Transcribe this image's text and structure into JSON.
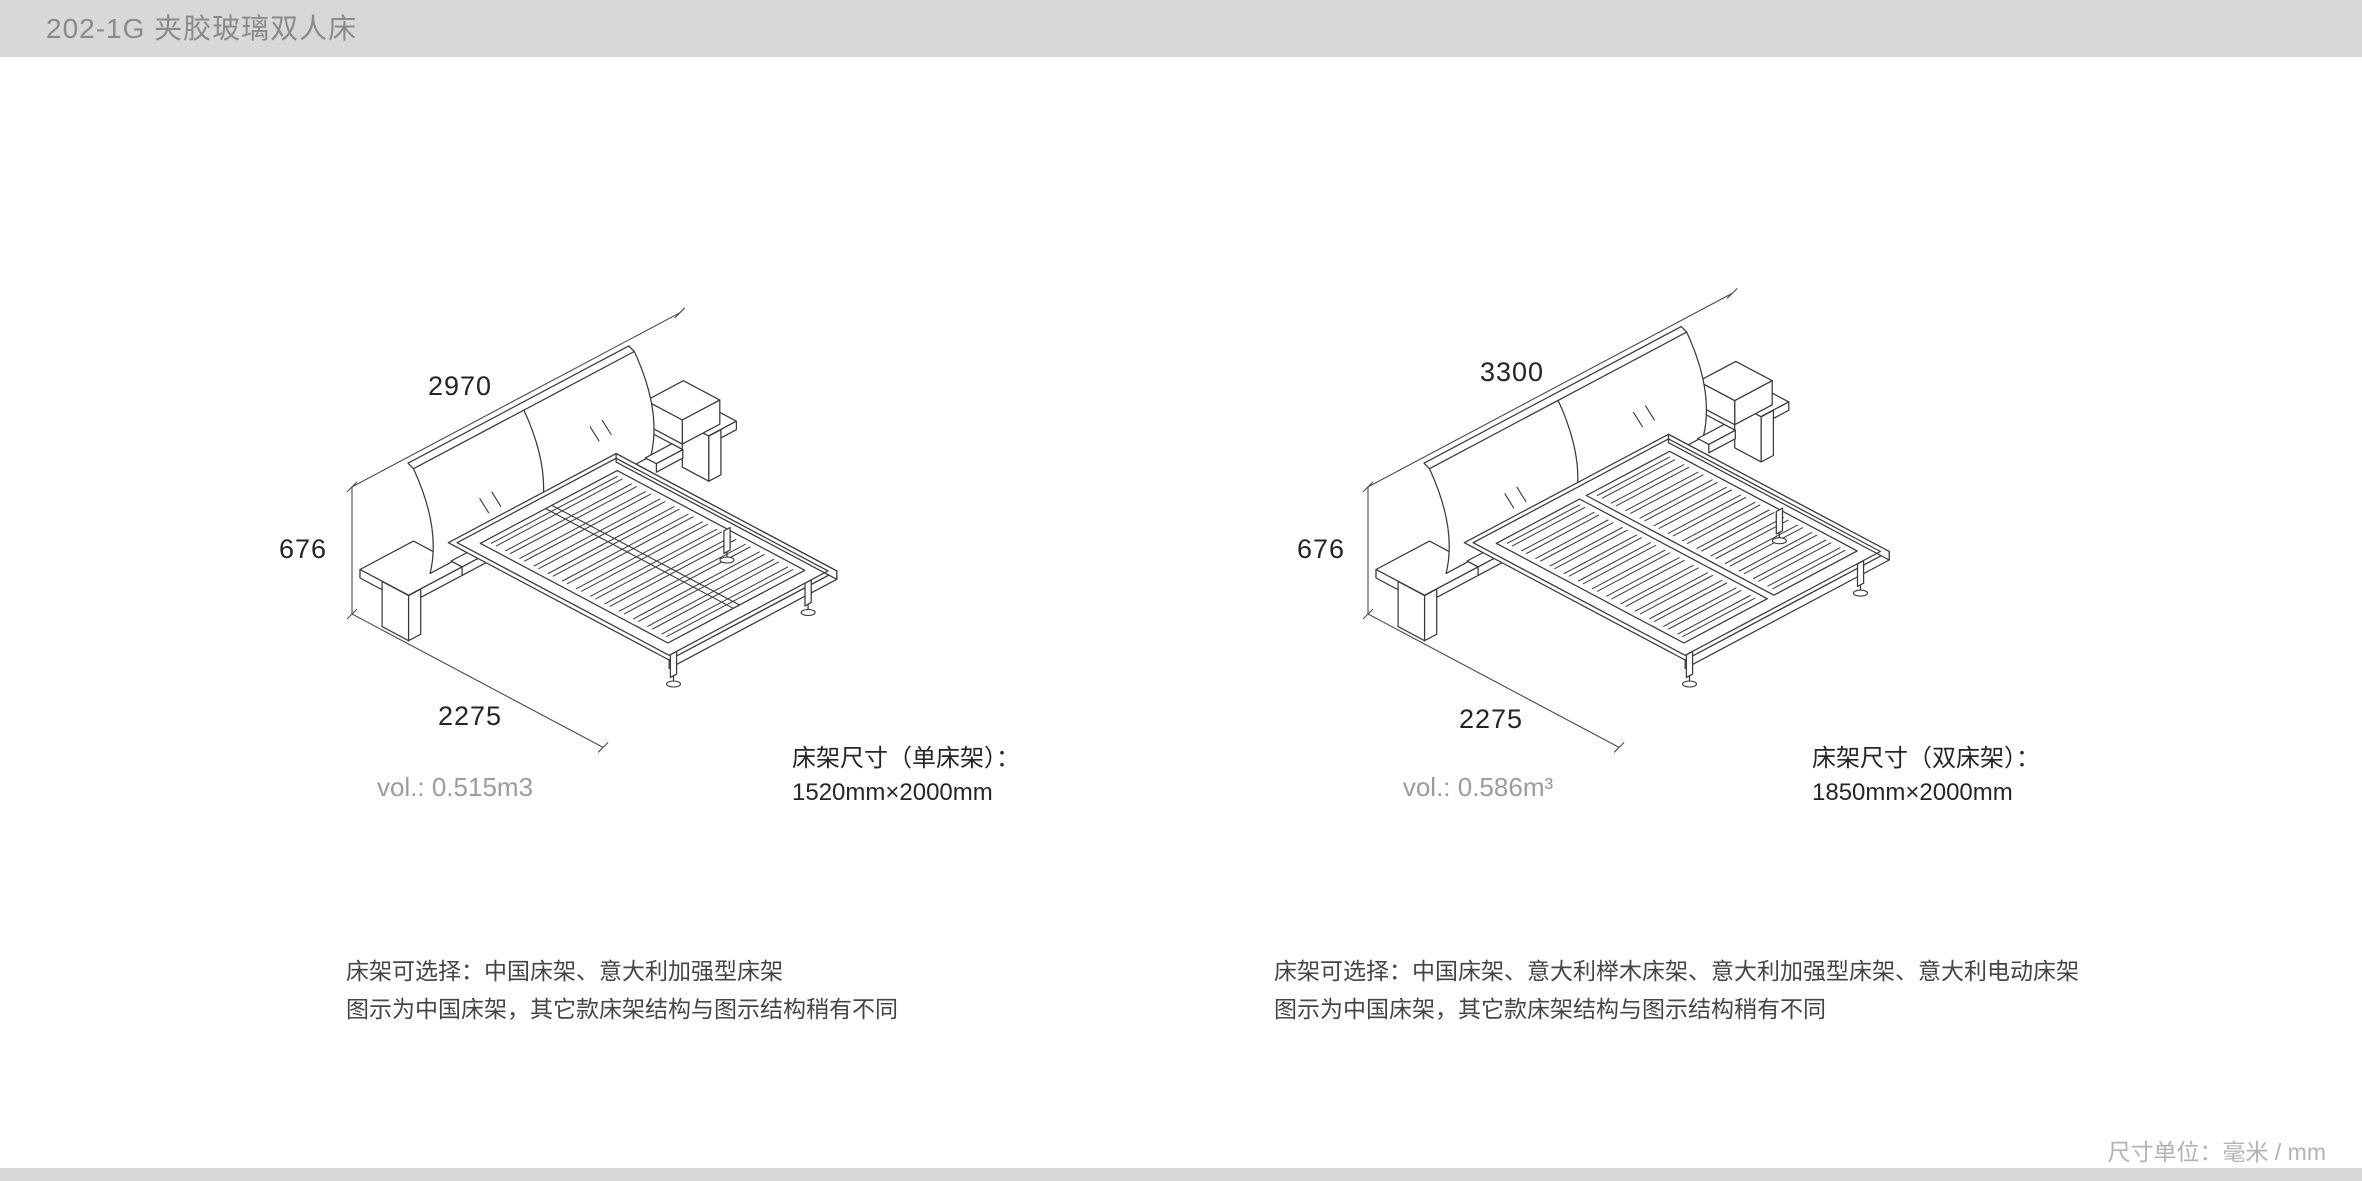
{
  "header": {
    "title": "202-1G 夹胶玻璃双人床"
  },
  "diagrams": [
    {
      "name": "single-frame-bed",
      "dim_width": "2970",
      "dim_height": "676",
      "dim_depth": "2275",
      "volume": "vol.: 0.515m3",
      "frame_size_title": "床架尺寸（单床架）：",
      "frame_size_value": "1520mm×2000mm",
      "note_line1": "床架可选择：中国床架、意大利加强型床架",
      "note_line2": "图示为中国床架，其它款床架结构与图示结构稍有不同"
    },
    {
      "name": "double-frame-bed",
      "dim_width": "3300",
      "dim_height": "676",
      "dim_depth": "2275",
      "volume": "vol.: 0.586m³",
      "frame_size_title": "床架尺寸（双床架）：",
      "frame_size_value": "1850mm×2000mm",
      "note_line1": "床架可选择：中国床架、意大利榉木床架、意大利加强型床架、意大利电动床架",
      "note_line2": "图示为中国床架，其它款床架结构与图示结构稍有不同"
    }
  ],
  "footer": {
    "unit_label": "尺寸单位：毫米 / mm"
  },
  "colors": {
    "header_bg": "#d8d8d8",
    "header_text": "#8a8a8a",
    "line": "#333333",
    "muted_text": "#9c9c9c"
  }
}
